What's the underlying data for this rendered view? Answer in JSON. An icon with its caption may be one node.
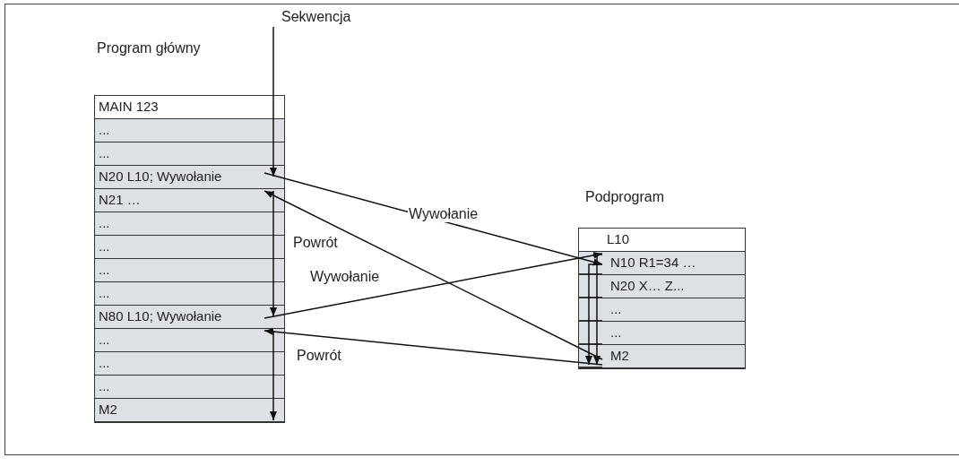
{
  "diagram": {
    "nodes": [
      {
        "text": [
          "Program główny"
        ]
      },
      {
        "text": [
          "MAIN 123"
        ],
        "in": 0
      },
      {
        "text": [
          "..."
        ],
        "in": 0
      },
      {
        "text": [
          "..."
        ],
        "in": 0
      },
      {
        "text": [
          "N20 L10; Wywołanie"
        ],
        "in": 0
      },
      {
        "text": [
          "N21 …"
        ],
        "in": 0
      },
      {
        "text": [
          "..."
        ],
        "in": 0
      },
      {
        "text": [
          "..."
        ],
        "in": 0
      },
      {
        "text": [
          "..."
        ],
        "in": 0
      },
      {
        "text": [
          "..."
        ],
        "in": 0
      },
      {
        "text": [
          "N80 L10; Wywołanie"
        ],
        "in": 0
      },
      {
        "text": [
          "..."
        ],
        "in": 0
      },
      {
        "text": [
          "..."
        ],
        "in": 0
      },
      {
        "text": [
          "..."
        ],
        "in": 0
      },
      {
        "text": [
          "M2"
        ],
        "in": 0
      },
      {
        "text": [
          "Podprogram"
        ]
      },
      {
        "text": [
          "L10"
        ],
        "in": 15
      },
      {
        "text": [
          "N10 R1=34 …"
        ],
        "in": 15
      },
      {
        "text": [
          "N20 X… Z..."
        ],
        "in": 15
      },
      {
        "text": [
          "..."
        ],
        "in": 15
      },
      {
        "text": [
          "..."
        ],
        "in": 15
      },
      {
        "text": [
          "M2"
        ],
        "in": 15
      }
    ],
    "edges": [
      {
        "from": null,
        "to": 4,
        "arrow": "to",
        "label": "Sekwencja"
      },
      {
        "from": 5,
        "to": 10,
        "arrow": "to"
      },
      {
        "from": 11,
        "to": 14,
        "arrow": "to"
      },
      {
        "from": 4,
        "to": 17,
        "arrow": "to",
        "label": "Wywołanie"
      },
      {
        "from": 21,
        "to": 5,
        "arrow": "to",
        "label": "Powrót"
      },
      {
        "from": 10,
        "to": 17,
        "arrow": "to",
        "label": "Wywołanie"
      },
      {
        "from": 21,
        "to": 11,
        "arrow": "to",
        "label": "Powrót"
      },
      {
        "from": 17,
        "to": 21,
        "arrow": "to"
      },
      {
        "from": 17,
        "to": 21,
        "arrow": "to"
      }
    ]
  }
}
